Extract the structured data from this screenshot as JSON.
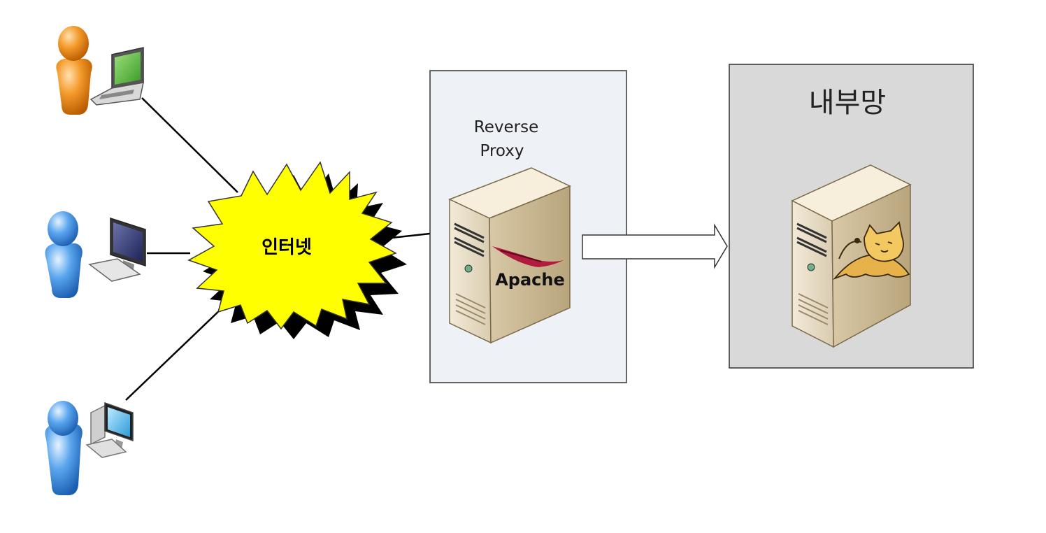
{
  "nodes": {
    "internet": {
      "label": "인터넷"
    },
    "reverse_proxy": {
      "label_line1": "Reverse",
      "label_line2": "Proxy",
      "server_logo_text": "Apache"
    },
    "internal_network": {
      "label": "내부망"
    }
  },
  "icons": {
    "user1": "user-orange-icon",
    "laptop": "laptop-icon",
    "user2": "user-blue-icon",
    "monitor": "monitor-desktop-icon",
    "user3": "user-blue-icon",
    "desktop": "desktop-computer-icon",
    "proxy_server": "server-tower-icon",
    "apache_feather": "apache-feather-icon",
    "internal_server": "server-tower-icon",
    "tomcat": "tomcat-cat-icon",
    "arrow": "right-arrow-icon"
  },
  "colors": {
    "proxy_box_fill": "#eef1f6",
    "internal_box_fill": "#d9d9d9",
    "internet_burst_fill": "#ffff00",
    "user_orange": "#f08a1c",
    "user_blue": "#3c8fe0"
  }
}
